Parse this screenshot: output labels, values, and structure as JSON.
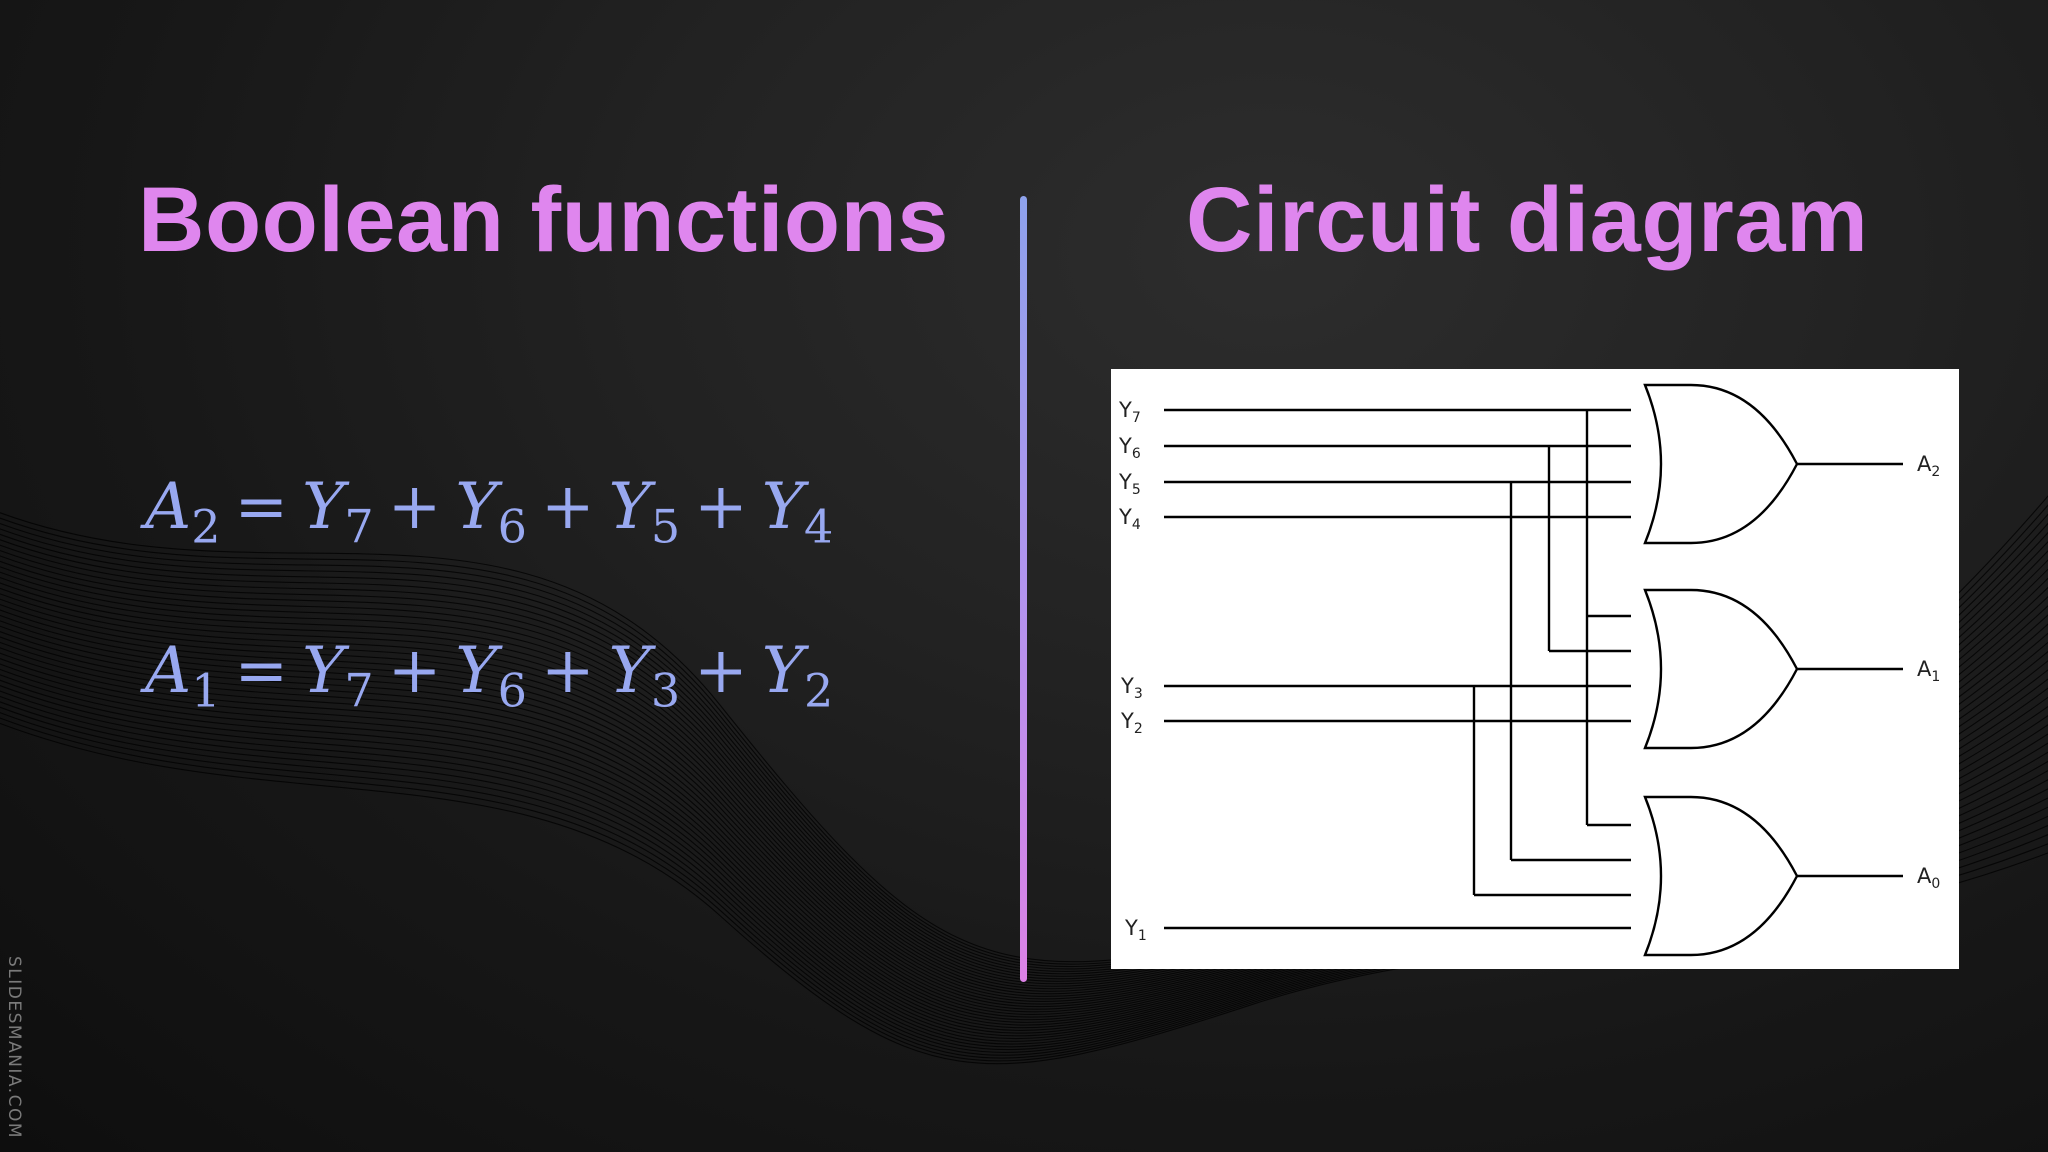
{
  "left_heading": "Boolean functions",
  "right_heading": "Circuit diagram",
  "equations": [
    {
      "lhs": "A",
      "lhs_sub": "2",
      "terms": [
        [
          "Y",
          "7"
        ],
        [
          "Y",
          "6"
        ],
        [
          "Y",
          "5"
        ],
        [
          "Y",
          "4"
        ]
      ]
    },
    {
      "lhs": "A",
      "lhs_sub": "1",
      "terms": [
        [
          "Y",
          "7"
        ],
        [
          "Y",
          "6"
        ],
        [
          "Y",
          "3"
        ],
        [
          "Y",
          "2"
        ]
      ]
    }
  ],
  "operators": {
    "equals": "=",
    "plus": "+"
  },
  "circuit": {
    "inputs": [
      {
        "letter": "Y",
        "sub": "7"
      },
      {
        "letter": "Y",
        "sub": "6"
      },
      {
        "letter": "Y",
        "sub": "5"
      },
      {
        "letter": "Y",
        "sub": "4"
      },
      {
        "letter": "Y",
        "sub": "3"
      },
      {
        "letter": "Y",
        "sub": "2"
      },
      {
        "letter": "Y",
        "sub": "1"
      }
    ],
    "outputs": [
      {
        "letter": "A",
        "sub": "2"
      },
      {
        "letter": "A",
        "sub": "1"
      },
      {
        "letter": "A",
        "sub": "0"
      }
    ]
  },
  "watermark": "SLIDESMANIA.COM",
  "colors": {
    "heading": "#df86ee",
    "equation": "#98a8f0",
    "divider_top": "#8ea2ec",
    "divider_bottom": "#dc82e6"
  }
}
